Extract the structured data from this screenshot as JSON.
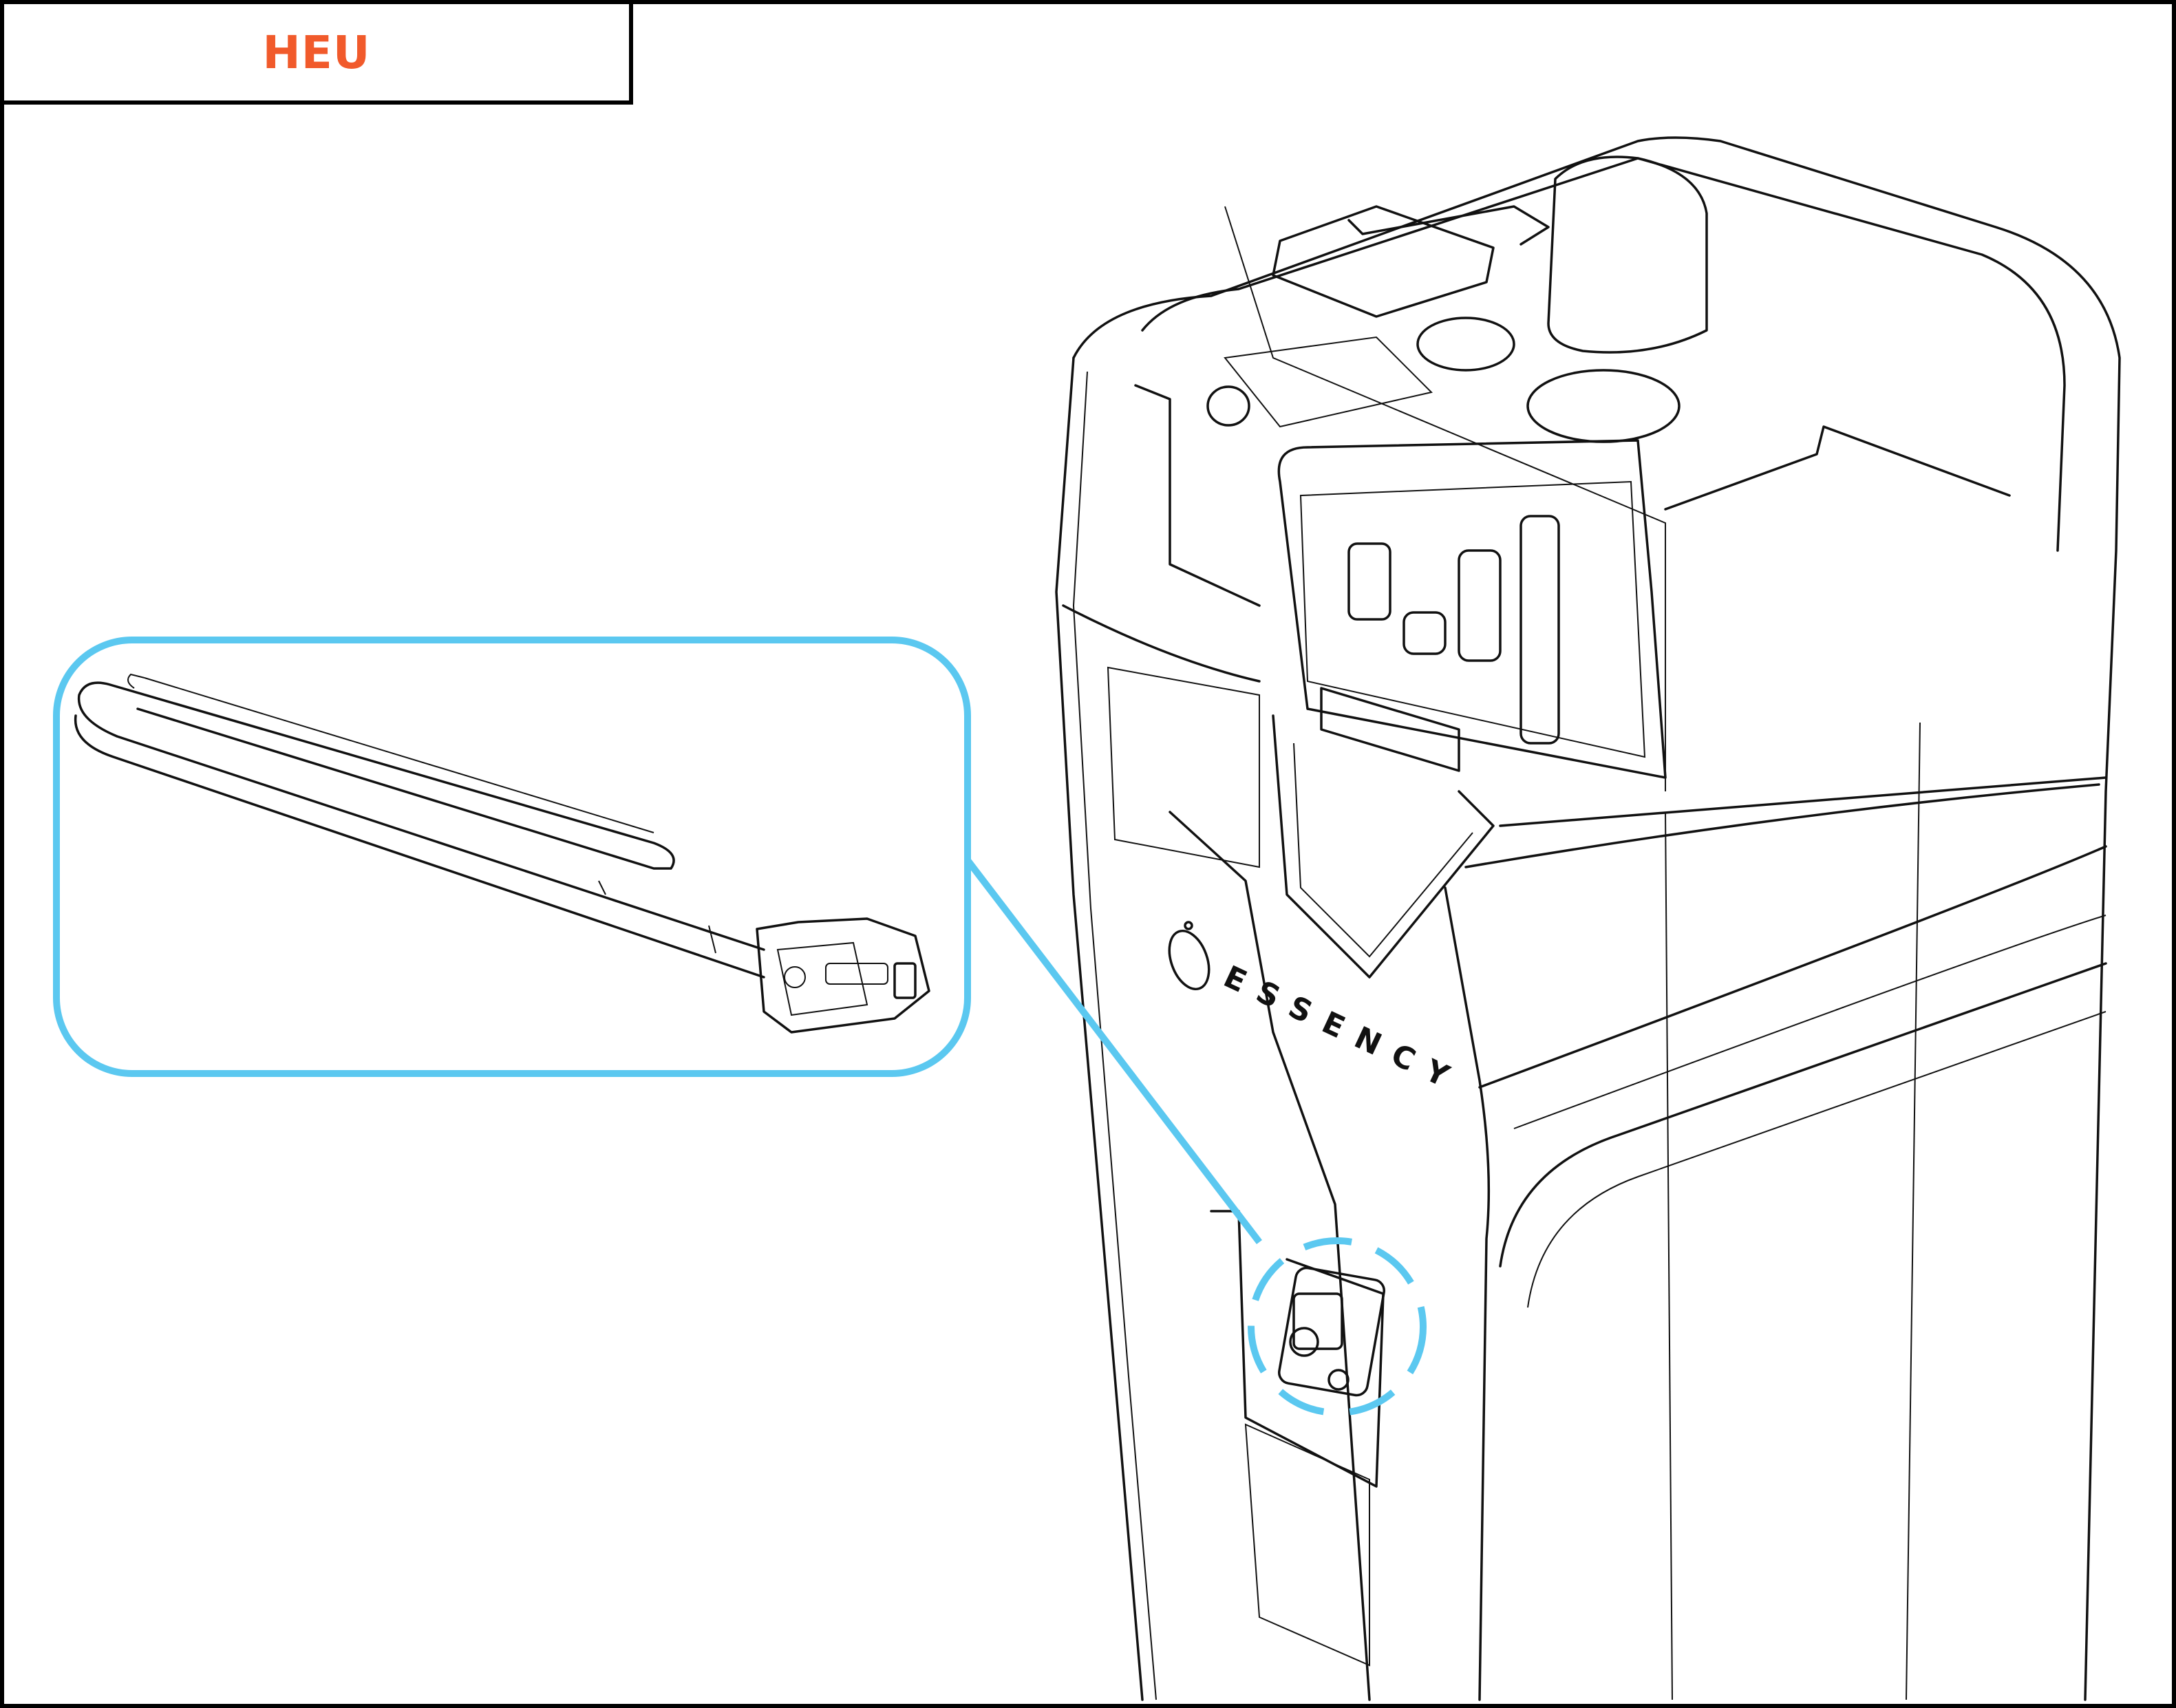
{
  "label": {
    "text": "HEU",
    "color": "#f15a2b"
  },
  "product": {
    "brand": "ESSENCY"
  },
  "callout": {
    "color": "#5bc8f0",
    "component": "heating-element"
  }
}
